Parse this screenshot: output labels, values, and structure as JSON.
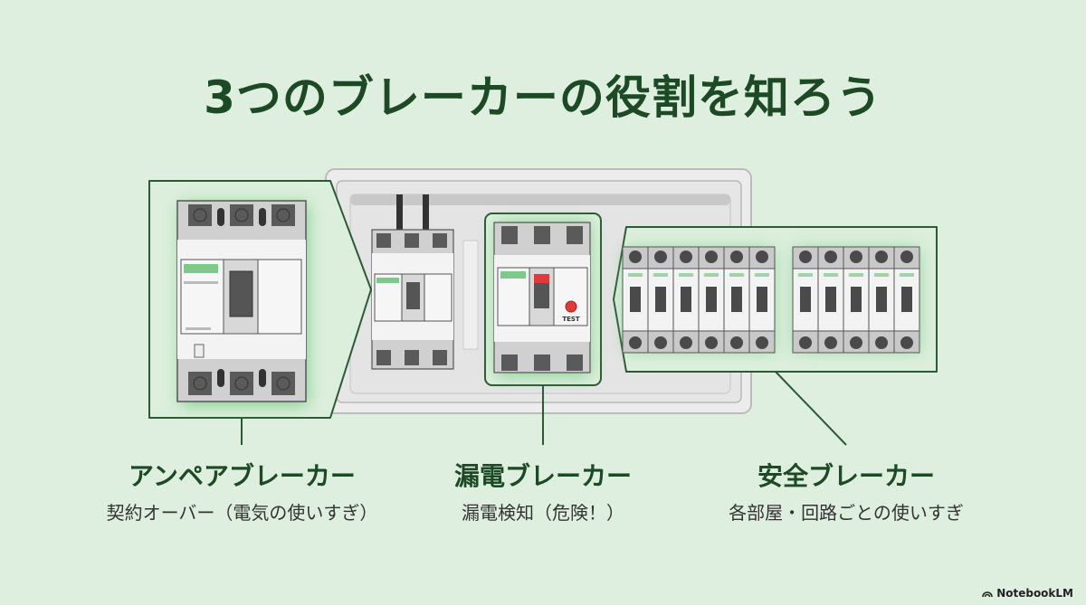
{
  "title": "3つのブレーカーの役割を知ろう",
  "colors": {
    "background": "#dfefdf",
    "title": "#1c4a25",
    "highlight": "#6cc47a",
    "outline": "#2c5a34",
    "test_button": "#e03b3b",
    "indicator_green": "#7cc98a"
  },
  "breakers": [
    {
      "name": "アンペアブレーカー",
      "description": "契約オーバー（電気の使いすぎ）"
    },
    {
      "name": "漏電ブレーカー",
      "description": "漏電検知（危険！）"
    },
    {
      "name": "安全ブレーカー",
      "description": "各部屋・回路ごとの使いすぎ"
    }
  ],
  "illustration": {
    "test_label": "TEST",
    "safety_breaker_groups": [
      6,
      5
    ]
  },
  "brand": {
    "icon": "notebooklm-logo-icon",
    "label": "NotebookLM"
  }
}
